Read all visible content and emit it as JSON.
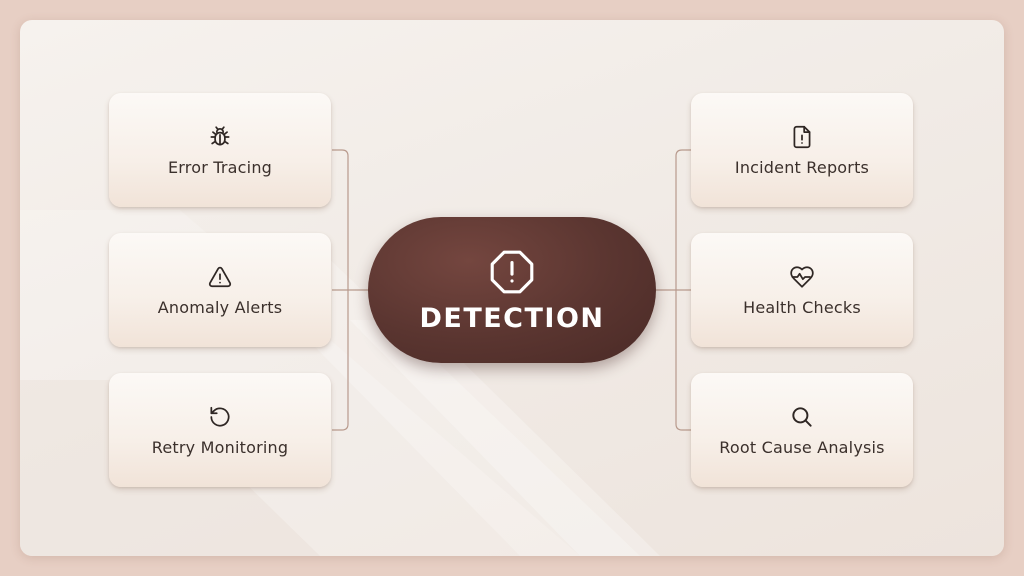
{
  "center": {
    "title": "DETECTION",
    "icon": "warning-octagon-icon"
  },
  "left_items": [
    {
      "label": "Error Tracing",
      "icon": "bug-icon"
    },
    {
      "label": "Anomaly Alerts",
      "icon": "warning-triangle-icon"
    },
    {
      "label": "Retry Monitoring",
      "icon": "retry-icon"
    }
  ],
  "right_items": [
    {
      "label": "Incident Reports",
      "icon": "file-alert-icon"
    },
    {
      "label": "Health Checks",
      "icon": "heart-pulse-icon"
    },
    {
      "label": "Root Cause Analysis",
      "icon": "search-icon"
    }
  ],
  "colors": {
    "background": "#e7cfc4",
    "panel": "#f3eee9",
    "card": "#f8f1eb",
    "center_pill": "#5a3530",
    "text": "#3b302c",
    "connector": "#b89a8d"
  }
}
